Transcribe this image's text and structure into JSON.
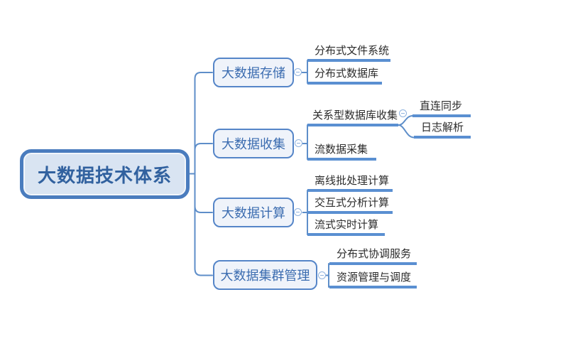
{
  "app": {
    "type": "mind-map"
  },
  "colors": {
    "root_fill": "#d9e4f2",
    "root_border": "#4a7cbe",
    "root_text": "#31619f",
    "topic_fill": "#eff3fa",
    "topic_border": "#5585c8",
    "topic_text": "#3b6cb0",
    "connector_line": "#5e8ec9",
    "child_underline": "#5a8fd1",
    "child_text": "#2b2b2b",
    "collapse_button": "#8fb2de"
  },
  "icons": {
    "collapse_button": "minus-circle-icon"
  },
  "mindmap": {
    "root": {
      "label": "大数据技术体系"
    },
    "branches": [
      {
        "label": "大数据存储",
        "children": [
          {
            "label": "分布式文件系统"
          },
          {
            "label": "分布式数据库"
          }
        ]
      },
      {
        "label": "大数据收集",
        "children": [
          {
            "label": "关系型数据库收集",
            "children": [
              {
                "label": "直连同步"
              },
              {
                "label": "日志解析"
              }
            ]
          },
          {
            "label": "流数据采集"
          }
        ]
      },
      {
        "label": "大数据计算",
        "children": [
          {
            "label": "离线批处理计算"
          },
          {
            "label": "交互式分析计算"
          },
          {
            "label": "流式实时计算"
          }
        ]
      },
      {
        "label": "大数据集群管理",
        "children": [
          {
            "label": "分布式协调服务"
          },
          {
            "label": "资源管理与调度"
          }
        ]
      }
    ]
  }
}
